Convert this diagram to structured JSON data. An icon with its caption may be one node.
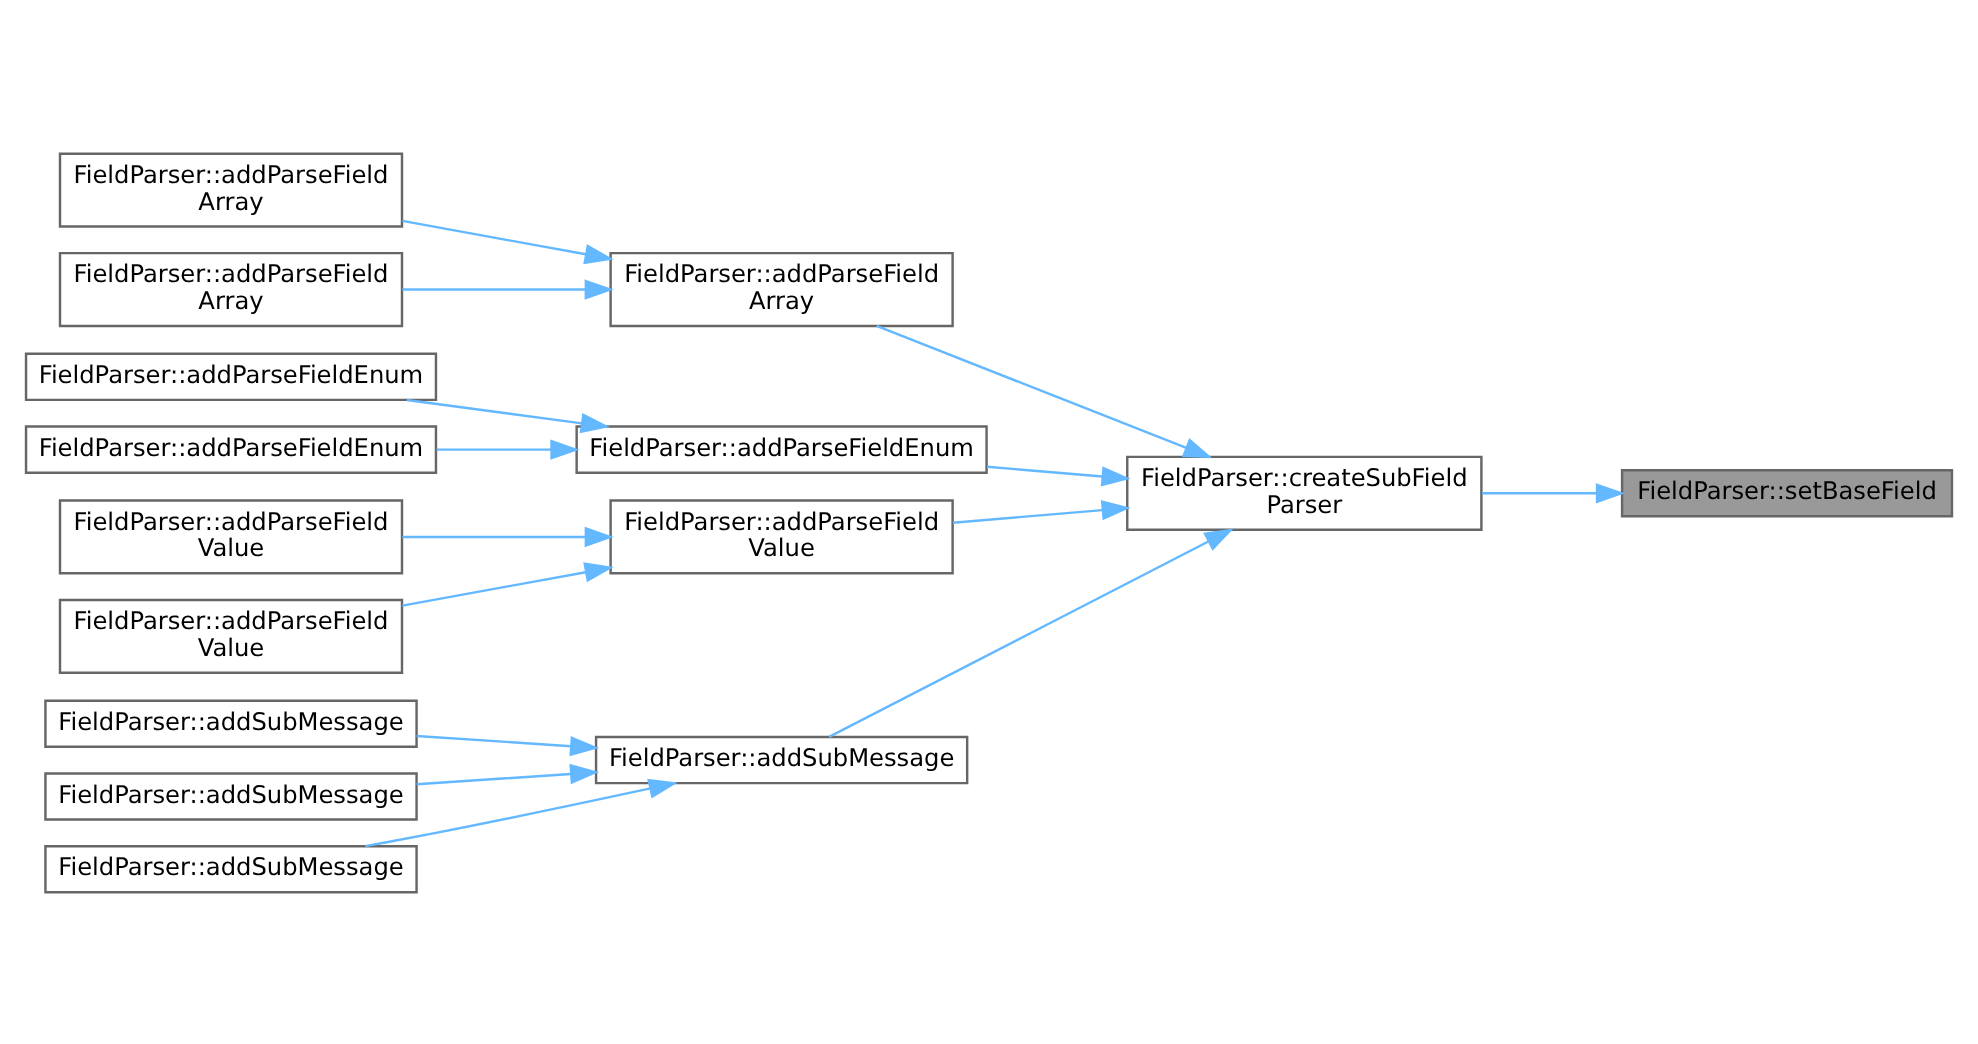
{
  "diagram": {
    "nodes": [
      {
        "text": [
          "FieldParser::addParseField Array"
        ]
      },
      {
        "text": [
          "FieldParser::addParseField Array"
        ]
      },
      {
        "text": [
          "FieldParser::addParseField Array"
        ]
      },
      {
        "text": [
          "FieldParser::addParseFieldEnum"
        ]
      },
      {
        "text": [
          "FieldParser::addParseFieldEnum"
        ]
      },
      {
        "text": [
          "FieldParser::createSubField Parser"
        ]
      },
      {
        "text": [
          "FieldParser::setBaseField"
        ]
      },
      {
        "text": [
          "FieldParser::addParseFieldEnum"
        ]
      },
      {
        "text": [
          "FieldParser::addParseField Value"
        ]
      },
      {
        "text": [
          "FieldParser::addParseField Value"
        ]
      },
      {
        "text": [
          "FieldParser::addParseField Value"
        ]
      },
      {
        "text": [
          "FieldParser::addSubMessage"
        ]
      },
      {
        "text": [
          "FieldParser::addSubMessage"
        ]
      },
      {
        "text": [
          "FieldParser::addSubMessage"
        ]
      },
      {
        "text": [
          "FieldParser::addSubMessage"
        ]
      }
    ],
    "edges": [
      {
        "from": 0,
        "to": 1,
        "arrow": "to"
      },
      {
        "from": 2,
        "to": 1,
        "arrow": "to"
      },
      {
        "from": 1,
        "to": 5,
        "arrow": "to"
      },
      {
        "from": 3,
        "to": 4,
        "arrow": "to"
      },
      {
        "from": 7,
        "to": 4,
        "arrow": "to"
      },
      {
        "from": 4,
        "to": 5,
        "arrow": "to"
      },
      {
        "from": 8,
        "to": 9,
        "arrow": "to"
      },
      {
        "from": 10,
        "to": 9,
        "arrow": "to"
      },
      {
        "from": 9,
        "to": 5,
        "arrow": "to"
      },
      {
        "from": 11,
        "to": 12,
        "arrow": "to"
      },
      {
        "from": 13,
        "to": 12,
        "arrow": "to"
      },
      {
        "from": 14,
        "to": 12,
        "arrow": "to"
      },
      {
        "from": 12,
        "to": 5,
        "arrow": "to"
      },
      {
        "from": 5,
        "to": 6,
        "arrow": "to"
      }
    ]
  }
}
